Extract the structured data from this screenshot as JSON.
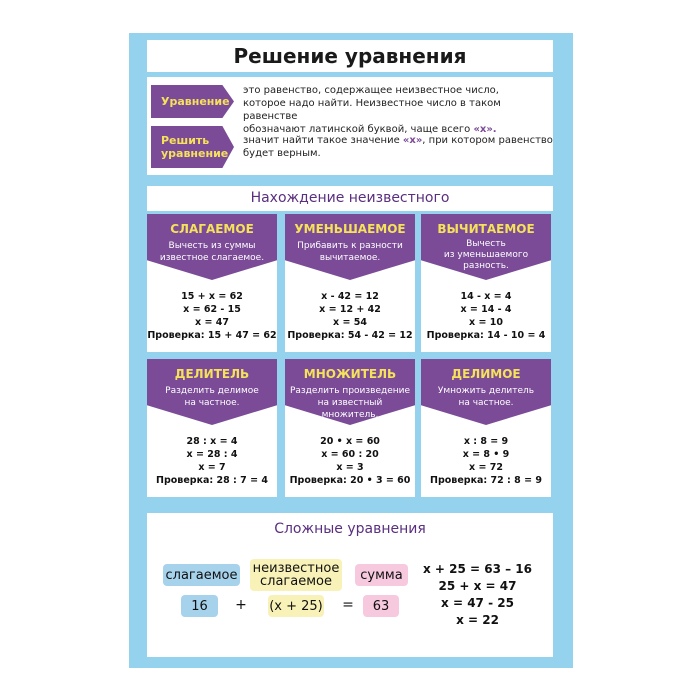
{
  "title": "Решение уравнения",
  "definitions": [
    {
      "tag": "Уравнение",
      "text_lines": [
        "это равенство, содержащее неизвестное число,",
        "которое надо найти. Неизвестное число в таком равенстве",
        "обозначают латинской буквой, чаще всего "
      ],
      "highlight": "«x».",
      "highlight_suffix": ""
    },
    {
      "tag_line1": "Решить",
      "tag_line2": "уравнение",
      "text_before": "значит найти такое значение ",
      "highlight": "«x»",
      "text_after": ", при котором равенство",
      "text_line2": "будет верным."
    }
  ],
  "section_title": "Нахождение неизвестного",
  "cards": [
    {
      "name": "СЛАГАЕМОЕ",
      "rule": [
        "Вычесть из суммы",
        "известное слагаемое."
      ],
      "lines": [
        "15 + x = 62",
        "x = 62 - 15",
        "x = 47",
        "Проверка: 15 + 47 = 62"
      ]
    },
    {
      "name": "УМЕНЬШАЕМОЕ",
      "rule": [
        "Прибавить к разности",
        "вычитаемое."
      ],
      "lines": [
        "x - 42 = 12",
        "x = 12 + 42",
        "x = 54",
        "Проверка: 54 - 42 = 12"
      ]
    },
    {
      "name": "ВЫЧИТАЕМОЕ",
      "rule": [
        "Вычесть",
        "из уменьшаемого",
        "разность."
      ],
      "lines": [
        "14 - x = 4",
        "x = 14 - 4",
        "x = 10",
        "Проверка: 14 - 10 = 4"
      ]
    },
    {
      "name": "ДЕЛИТЕЛЬ",
      "rule": [
        "Разделить делимое",
        "на частное."
      ],
      "lines": [
        "28 : x = 4",
        "x = 28 : 4",
        "x = 7",
        "Проверка: 28 : 7 = 4"
      ]
    },
    {
      "name": "МНОЖИТЕЛЬ",
      "rule": [
        "Разделить произведение",
        "на известный множитель."
      ],
      "lines": [
        "20 • x = 60",
        "x = 60 : 20",
        "x = 3",
        "Проверка: 20 • 3 = 60"
      ]
    },
    {
      "name": "ДЕЛИМОЕ",
      "rule": [
        "Умножить делитель",
        "на частное."
      ],
      "lines": [
        "x : 8 = 9",
        "x = 8 • 9",
        "x = 72",
        "Проверка: 72 : 8 = 9"
      ]
    }
  ],
  "complex": {
    "title": "Сложные уравнения",
    "labels": {
      "addend": "слагаемое",
      "unknown_line1": "неизвестное",
      "unknown_line2": "слагаемое",
      "sum": "сумма"
    },
    "values": {
      "a": "16",
      "plus": "+",
      "b": "(x + 25)",
      "eq": "=",
      "c": "63"
    },
    "steps": [
      "x + 25 = 63 – 16",
      "25 + x = 47",
      "x = 47 - 25",
      "x = 22"
    ],
    "colors": {
      "addend": "#a7d2ec",
      "unknown": "#f9f2b8",
      "sum": "#f7c9de"
    }
  },
  "colors": {
    "poster_bg": "#94d2ee",
    "accent": "#7b4b97",
    "accent_text": "#f5e25a",
    "heading": "#5a2f7f"
  }
}
